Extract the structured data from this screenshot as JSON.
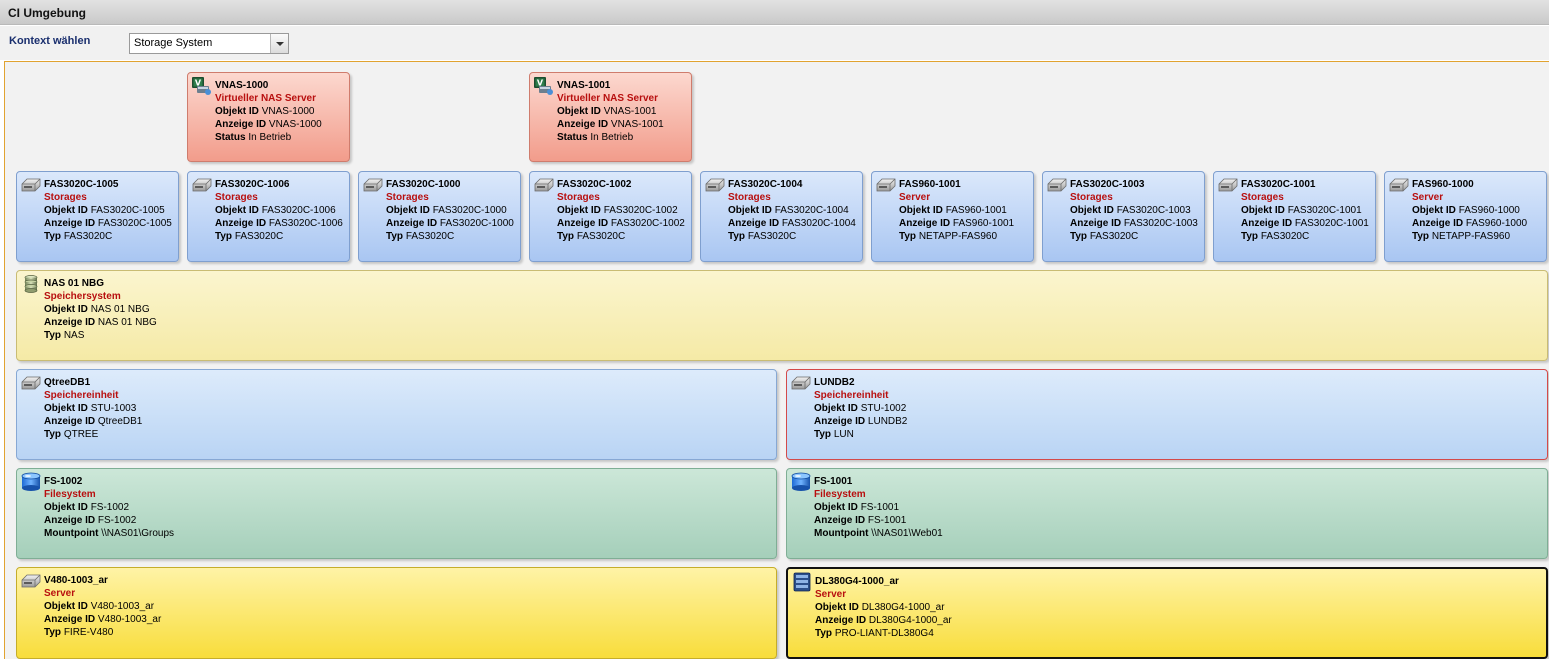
{
  "header": {
    "title": "CI Umgebung"
  },
  "context": {
    "label": "Kontext wählen",
    "selected": "Storage System"
  },
  "virtual_nas": [
    {
      "name": "VNAS-1000",
      "type": "Virtueller NAS Server",
      "fields": [
        {
          "k": "Objekt ID",
          "v": "VNAS-1000"
        },
        {
          "k": "Anzeige ID",
          "v": "VNAS-1000"
        },
        {
          "k": "Status",
          "v": "In Betrieb"
        }
      ]
    },
    {
      "name": "VNAS-1001",
      "type": "Virtueller NAS Server",
      "fields": [
        {
          "k": "Objekt ID",
          "v": "VNAS-1001"
        },
        {
          "k": "Anzeige ID",
          "v": "VNAS-1001"
        },
        {
          "k": "Status",
          "v": "In Betrieb"
        }
      ]
    }
  ],
  "storages": [
    {
      "name": "FAS3020C-1005",
      "type": "Storages",
      "fields": [
        {
          "k": "Objekt ID",
          "v": "FAS3020C-1005"
        },
        {
          "k": "Anzeige ID",
          "v": "FAS3020C-1005"
        },
        {
          "k": "Typ",
          "v": "FAS3020C"
        }
      ]
    },
    {
      "name": "FAS3020C-1006",
      "type": "Storages",
      "fields": [
        {
          "k": "Objekt ID",
          "v": "FAS3020C-1006"
        },
        {
          "k": "Anzeige ID",
          "v": "FAS3020C-1006"
        },
        {
          "k": "Typ",
          "v": "FAS3020C"
        }
      ]
    },
    {
      "name": "FAS3020C-1000",
      "type": "Storages",
      "fields": [
        {
          "k": "Objekt ID",
          "v": "FAS3020C-1000"
        },
        {
          "k": "Anzeige ID",
          "v": "FAS3020C-1000"
        },
        {
          "k": "Typ",
          "v": "FAS3020C"
        }
      ]
    },
    {
      "name": "FAS3020C-1002",
      "type": "Storages",
      "fields": [
        {
          "k": "Objekt ID",
          "v": "FAS3020C-1002"
        },
        {
          "k": "Anzeige ID",
          "v": "FAS3020C-1002"
        },
        {
          "k": "Typ",
          "v": "FAS3020C"
        }
      ]
    },
    {
      "name": "FAS3020C-1004",
      "type": "Storages",
      "fields": [
        {
          "k": "Objekt ID",
          "v": "FAS3020C-1004"
        },
        {
          "k": "Anzeige ID",
          "v": "FAS3020C-1004"
        },
        {
          "k": "Typ",
          "v": "FAS3020C"
        }
      ]
    },
    {
      "name": "FAS960-1001",
      "type": "Server",
      "fields": [
        {
          "k": "Objekt ID",
          "v": "FAS960-1001"
        },
        {
          "k": "Anzeige ID",
          "v": "FAS960-1001"
        },
        {
          "k": "Typ",
          "v": "NETAPP-FAS960"
        }
      ]
    },
    {
      "name": "FAS3020C-1003",
      "type": "Storages",
      "fields": [
        {
          "k": "Objekt ID",
          "v": "FAS3020C-1003"
        },
        {
          "k": "Anzeige ID",
          "v": "FAS3020C-1003"
        },
        {
          "k": "Typ",
          "v": "FAS3020C"
        }
      ]
    },
    {
      "name": "FAS3020C-1001",
      "type": "Storages",
      "fields": [
        {
          "k": "Objekt ID",
          "v": "FAS3020C-1001"
        },
        {
          "k": "Anzeige ID",
          "v": "FAS3020C-1001"
        },
        {
          "k": "Typ",
          "v": "FAS3020C"
        }
      ]
    },
    {
      "name": "FAS960-1000",
      "type": "Server",
      "fields": [
        {
          "k": "Objekt ID",
          "v": "FAS960-1000"
        },
        {
          "k": "Anzeige ID",
          "v": "FAS960-1000"
        },
        {
          "k": "Typ",
          "v": "NETAPP-FAS960"
        }
      ]
    }
  ],
  "storage_system": {
    "name": "NAS 01 NBG",
    "type": "Speichersystem",
    "fields": [
      {
        "k": "Objekt ID",
        "v": "NAS 01 NBG"
      },
      {
        "k": "Anzeige ID",
        "v": "NAS 01 NBG"
      },
      {
        "k": "Typ",
        "v": "NAS"
      }
    ]
  },
  "storage_units": [
    {
      "name": "QtreeDB1",
      "type": "Speichereinheit",
      "fields": [
        {
          "k": "Objekt ID",
          "v": "STU-1003"
        },
        {
          "k": "Anzeige ID",
          "v": "QtreeDB1"
        },
        {
          "k": "Typ",
          "v": "QTREE"
        }
      ]
    },
    {
      "name": "LUNDB2",
      "type": "Speichereinheit",
      "fields": [
        {
          "k": "Objekt ID",
          "v": "STU-1002"
        },
        {
          "k": "Anzeige ID",
          "v": "LUNDB2"
        },
        {
          "k": "Typ",
          "v": "LUN"
        }
      ]
    }
  ],
  "filesystems": [
    {
      "name": "FS-1002",
      "type": "Filesystem",
      "fields": [
        {
          "k": "Objekt ID",
          "v": "FS-1002"
        },
        {
          "k": "Anzeige ID",
          "v": "FS-1002"
        },
        {
          "k": "Mountpoint",
          "v": "\\\\NAS01\\Groups"
        }
      ]
    },
    {
      "name": "FS-1001",
      "type": "Filesystem",
      "fields": [
        {
          "k": "Objekt ID",
          "v": "FS-1001"
        },
        {
          "k": "Anzeige ID",
          "v": "FS-1001"
        },
        {
          "k": "Mountpoint",
          "v": "\\\\NAS01\\Web01"
        }
      ]
    }
  ],
  "servers": [
    {
      "name": "V480-1003_ar",
      "type": "Server",
      "fields": [
        {
          "k": "Objekt ID",
          "v": "V480-1003_ar"
        },
        {
          "k": "Anzeige ID",
          "v": "V480-1003_ar"
        },
        {
          "k": "Typ",
          "v": "FIRE-V480"
        }
      ]
    },
    {
      "name": "DL380G4-1000_ar",
      "type": "Server",
      "fields": [
        {
          "k": "Objekt ID",
          "v": "DL380G4-1000_ar"
        },
        {
          "k": "Anzeige ID",
          "v": "DL380G4-1000_ar"
        },
        {
          "k": "Typ",
          "v": "PRO-LIANT-DL380G4"
        }
      ]
    }
  ],
  "colors": {
    "type_label": "#b80f0f",
    "context_label": "#1a2f6e",
    "canvas_border": "#e1a330"
  }
}
